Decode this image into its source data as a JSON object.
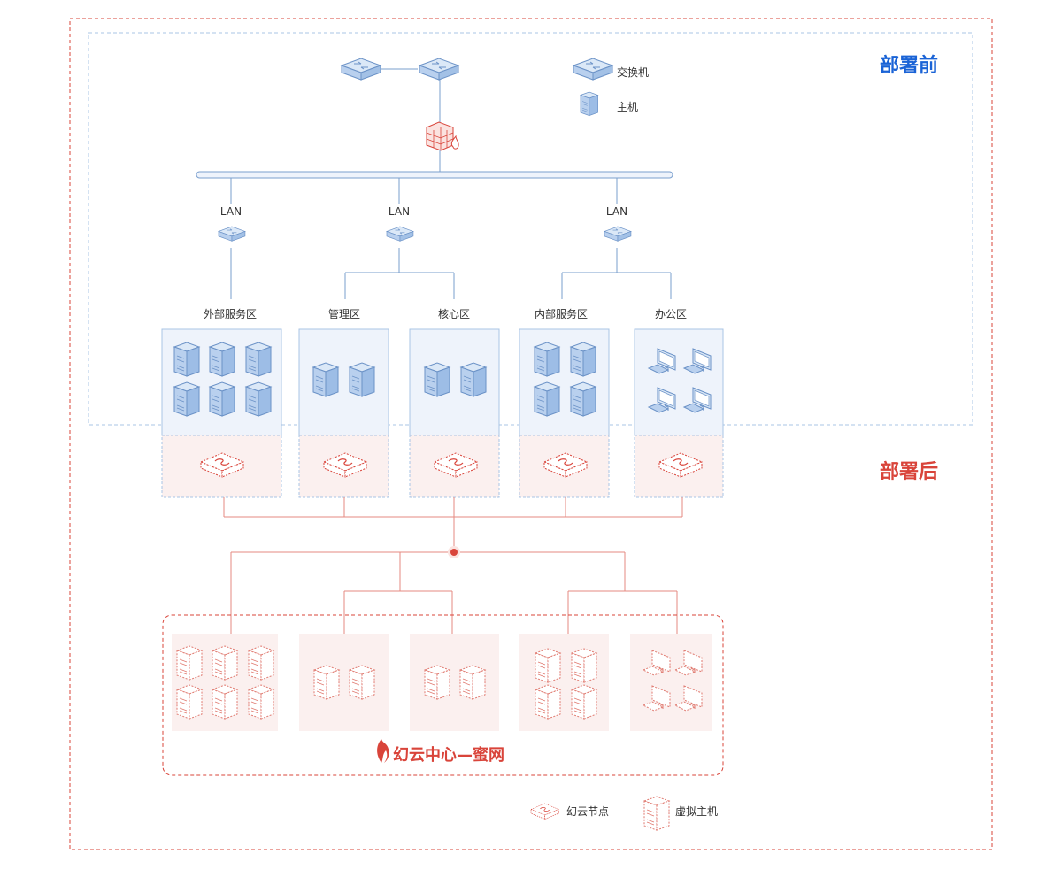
{
  "titles": {
    "before": "部署前",
    "after": "部署后"
  },
  "legend_top": {
    "switch": "交换机",
    "host": "主机"
  },
  "lan_label": "LAN",
  "zones": [
    {
      "name": "外部服务区",
      "hosts": 6,
      "kind": "server"
    },
    {
      "name": "管理区",
      "hosts": 2,
      "kind": "server"
    },
    {
      "name": "核心区",
      "hosts": 2,
      "kind": "server"
    },
    {
      "name": "内部服务区",
      "hosts": 4,
      "kind": "server"
    },
    {
      "name": "办公区",
      "hosts": 4,
      "kind": "pc"
    }
  ],
  "honeynet_title": "幻云中心—蜜网",
  "legend_bottom": {
    "node": "幻云节点",
    "virtual_host": "虚拟主机"
  },
  "colors": {
    "blue_line": "#7a9fce",
    "blue_fill": "#eef3fb",
    "blue_dash": "#a9c4e4",
    "red_line": "#e58a80",
    "red_fill": "#fbf0ef",
    "red_dash": "#d9443a"
  },
  "icons": [
    "switch-icon",
    "server-icon",
    "firewall-icon",
    "pc-icon",
    "huanyun-node-icon",
    "virtual-host-icon",
    "flame-logo-icon"
  ]
}
